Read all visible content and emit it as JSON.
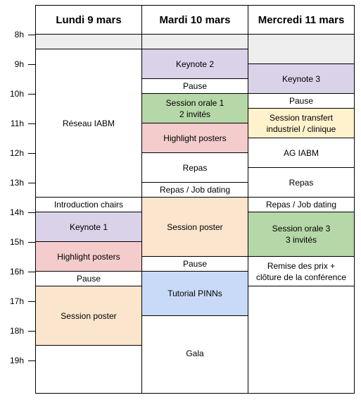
{
  "colors": {
    "gray": "#eeeeee",
    "purple": "#d9d2e9",
    "green": "#b6d7a8",
    "pink": "#f4cccc",
    "peach": "#fce5cd",
    "yellow": "#fff2cc",
    "blue": "#c9daf8",
    "white": "#ffffff"
  },
  "time_axis": [
    "8h",
    "9h",
    "10h",
    "11h",
    "12h",
    "13h",
    "14h",
    "15h",
    "16h",
    "17h",
    "18h",
    "19h"
  ],
  "days": [
    {
      "title": "Lundi 9 mars",
      "events": [
        {
          "label": "",
          "start": 8.0,
          "end": 8.5,
          "color": "gray"
        },
        {
          "label": "Réseau IABM",
          "start": 8.5,
          "end": 13.5,
          "color": "white"
        },
        {
          "label": "Introduction chairs",
          "start": 13.5,
          "end": 14.0,
          "color": "white"
        },
        {
          "label": "Keynote 1",
          "start": 14.0,
          "end": 15.0,
          "color": "purple"
        },
        {
          "label": "Highlight posters",
          "start": 15.0,
          "end": 16.0,
          "color": "pink"
        },
        {
          "label": "Pause",
          "start": 16.0,
          "end": 16.5,
          "color": "white"
        },
        {
          "label": "Session poster",
          "start": 16.5,
          "end": 18.5,
          "color": "peach"
        },
        {
          "label": "",
          "start": 18.5,
          "end": 20.0,
          "color": "white"
        }
      ]
    },
    {
      "title": "Mardi 10 mars",
      "events": [
        {
          "label": "",
          "start": 8.0,
          "end": 8.5,
          "color": "gray"
        },
        {
          "label": "Keynote 2",
          "start": 8.5,
          "end": 9.5,
          "color": "purple"
        },
        {
          "label": "Pause",
          "start": 9.5,
          "end": 10.0,
          "color": "white"
        },
        {
          "label": "Session orale 1\n2 invités",
          "start": 10.0,
          "end": 11.0,
          "color": "green"
        },
        {
          "label": "Highlight posters",
          "start": 11.0,
          "end": 12.0,
          "color": "pink"
        },
        {
          "label": "Repas",
          "start": 12.0,
          "end": 13.0,
          "color": "white"
        },
        {
          "label": "Repas / Job dating",
          "start": 13.0,
          "end": 13.5,
          "color": "white"
        },
        {
          "label": "Session poster",
          "start": 13.5,
          "end": 15.5,
          "color": "peach"
        },
        {
          "label": "Pause",
          "start": 15.5,
          "end": 16.0,
          "color": "white"
        },
        {
          "label": "Tutorial PINNs",
          "start": 16.0,
          "end": 17.5,
          "color": "blue"
        },
        {
          "label": "Gala",
          "start": 17.5,
          "end": 20.0,
          "color": "white"
        }
      ]
    },
    {
      "title": "Mercredi 11 mars",
      "events": [
        {
          "label": "",
          "start": 8.0,
          "end": 9.0,
          "color": "gray"
        },
        {
          "label": "Keynote 3",
          "start": 9.0,
          "end": 10.0,
          "color": "purple"
        },
        {
          "label": "Pause",
          "start": 10.0,
          "end": 10.5,
          "color": "white"
        },
        {
          "label": "Session transfert\nindustriel / clinique",
          "start": 10.5,
          "end": 11.5,
          "color": "yellow"
        },
        {
          "label": "AG IABM",
          "start": 11.5,
          "end": 12.5,
          "color": "white"
        },
        {
          "label": "Repas",
          "start": 12.5,
          "end": 13.5,
          "color": "white"
        },
        {
          "label": "Repas / Job dating",
          "start": 13.5,
          "end": 14.0,
          "color": "white"
        },
        {
          "label": "Session orale 3\n3 invités",
          "start": 14.0,
          "end": 15.5,
          "color": "green"
        },
        {
          "label": "Remise des prix +\nclôture de la conférence",
          "start": 15.5,
          "end": 16.5,
          "color": "white"
        },
        {
          "label": "",
          "start": 16.5,
          "end": 20.0,
          "color": "white"
        }
      ]
    }
  ]
}
